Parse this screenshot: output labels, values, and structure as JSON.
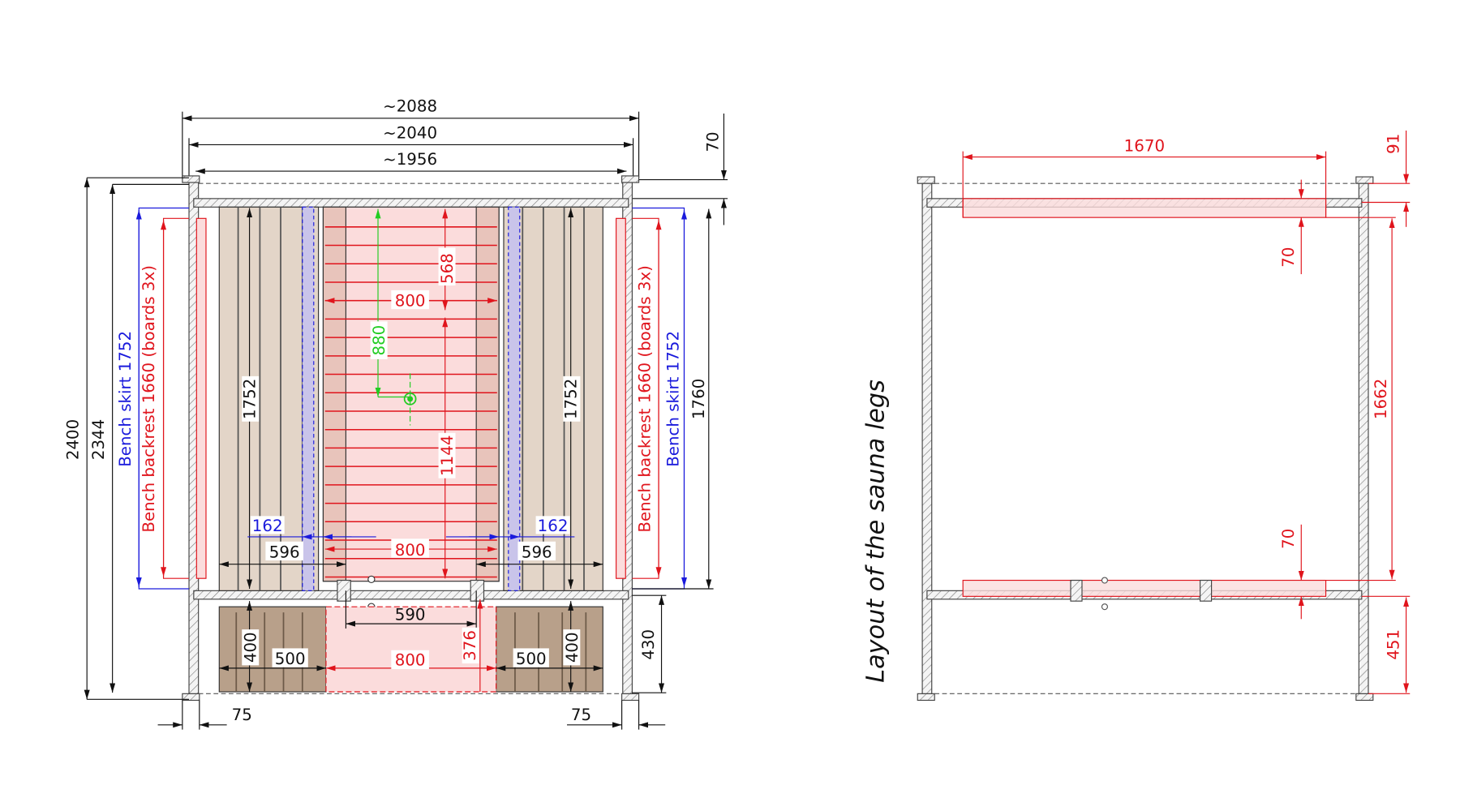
{
  "drawing": {
    "title": "Layout of the sauna legs",
    "colors": {
      "dimension_black": "#111111",
      "dimension_red": "#e0141c",
      "dimension_blue": "#1a1adc",
      "dimension_green": "#22cc22",
      "wood_backrest": "#e3d5c8",
      "wood_bench": "#b8a08a",
      "pink_fill": "#fbdcdc"
    }
  },
  "front_view": {
    "width_dims": [
      "~2088",
      "~2040",
      "~1956"
    ],
    "top_offset": "70",
    "height_outer": "2400",
    "height_inner": "2344",
    "bench_skirt_label": "Bench skirt 1752",
    "bench_backrest_label": "Bench backrest 1660 (boards 3x)",
    "right_height": "1760",
    "panel_height_left": "1752",
    "panel_height_right": "1752",
    "center_width_top": "800",
    "center_dim_568": "568",
    "green_dim": "880",
    "center_dim_1144": "1144",
    "blue_left": "162",
    "blue_right": "162",
    "panel_width_left": "596",
    "panel_width_right": "596",
    "center_width_mid": "800",
    "door_opening": "590",
    "lower_height_left": "400",
    "lower_width_left": "500",
    "lower_center_height": "376",
    "lower_center_width": "800",
    "lower_width_right": "500",
    "lower_height_right": "400",
    "lower_right_height": "430",
    "leg_offset_left": "75",
    "leg_offset_right": "75"
  },
  "legs_view": {
    "top_width": "1670",
    "top_offset": "91",
    "upper_beam": "70",
    "span_height": "1662",
    "lower_beam": "70",
    "bottom_height": "451"
  }
}
